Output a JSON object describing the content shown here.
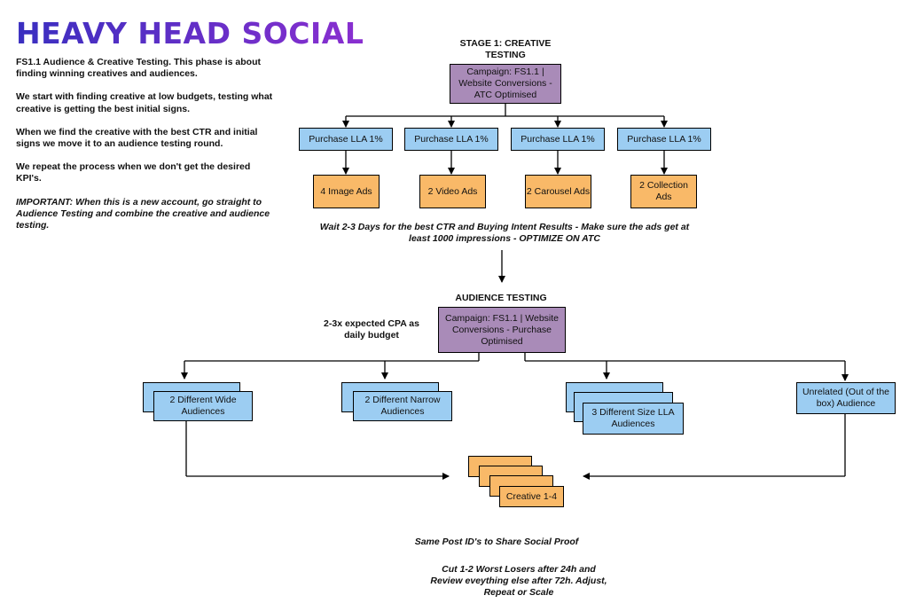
{
  "logo": "HEAVY HEAD SOCIAL",
  "intro": {
    "p1": "FS1.1 Audience & Creative Testing. This phase is about finding winning creatives and audiences.",
    "p2": "We start with finding creative at low budgets, testing what creative is getting the best initial signs.",
    "p3": "When we find the creative with the best CTR and initial signs we move it to an audience testing round.",
    "p4": "We repeat the process when we don't get the desired KPI's.",
    "p5": "IMPORTANT: When this is a new account, go straight to Audience Testing and combine the creative and audience testing."
  },
  "stage1": {
    "title": "STAGE 1: CREATIVE TESTING",
    "campaign": "Campaign: FS1.1 | Website Conversions - ATC Optimised",
    "audiences": [
      "Purchase LLA 1%",
      "Purchase LLA 1%",
      "Purchase LLA 1%",
      "Purchase LLA 1%"
    ],
    "ads": [
      "4 Image Ads",
      "2 Video Ads",
      "2 Carousel Ads",
      "2 Collection Ads"
    ],
    "note": "Wait 2-3 Days for the best CTR and Buying Intent Results - Make sure the ads get at least 1000 impressions - OPTIMIZE ON ATC"
  },
  "audience_testing": {
    "title": "AUDIENCE TESTING",
    "budget_note": "2-3x expected CPA as daily budget",
    "campaign": "Campaign: FS1.1 | Website Conversions - Purchase Optimised",
    "audiences": [
      "2 Different Wide Audiences",
      "2 Different Narrow Audiences",
      "3 Different Size LLA Audiences",
      "Unrelated (Out of the box) Audience"
    ],
    "creative": "Creative 1-4",
    "note1": "Same Post ID's to Share Social Proof",
    "note2": "Cut 1-2 Worst Losers after 24h and Review eveything else after 72h. Adjust, Repeat or Scale"
  }
}
